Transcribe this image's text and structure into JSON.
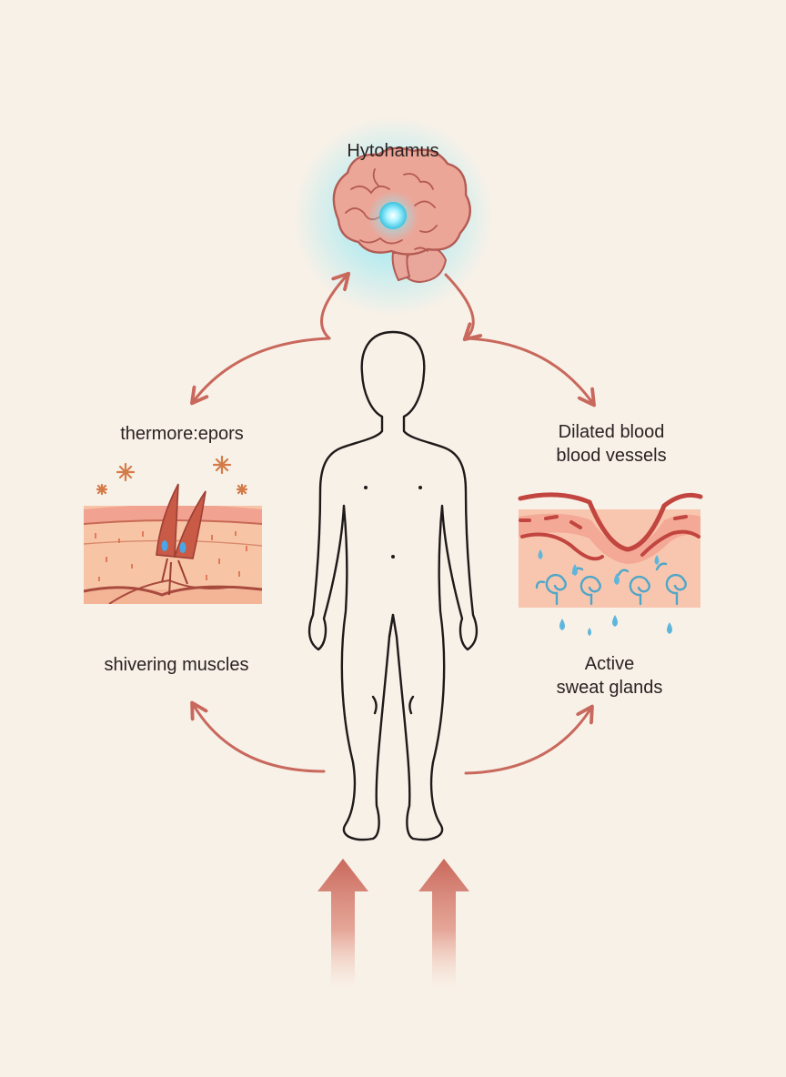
{
  "labels": {
    "hypothalamus": "Hytohamus",
    "thermoreceptors": "thermore:epors",
    "vessels_line1": "Dilated blood",
    "vessels_line2": "blood vessels",
    "shivering": "shivering muscles",
    "sweat_line1": "Active",
    "sweat_line2": "sweat glands"
  },
  "colors": {
    "background": "#f8f1e8",
    "arrow": "#c9685c",
    "brain": "#e89a8c",
    "glow": "#6fd9ec",
    "skin": "#f7c2a4",
    "vessel": "#c2453f",
    "sweat": "#5aaed0",
    "body_outline": "#1e1a1a"
  },
  "icons": {
    "brain": "brain-icon",
    "body": "human-body-icon",
    "skin_receptors": "skin-thermoreceptor-icon",
    "skin_vessels": "dilated-blood-vessels-icon",
    "heat_arrows": "heat-up-arrow-icon"
  }
}
